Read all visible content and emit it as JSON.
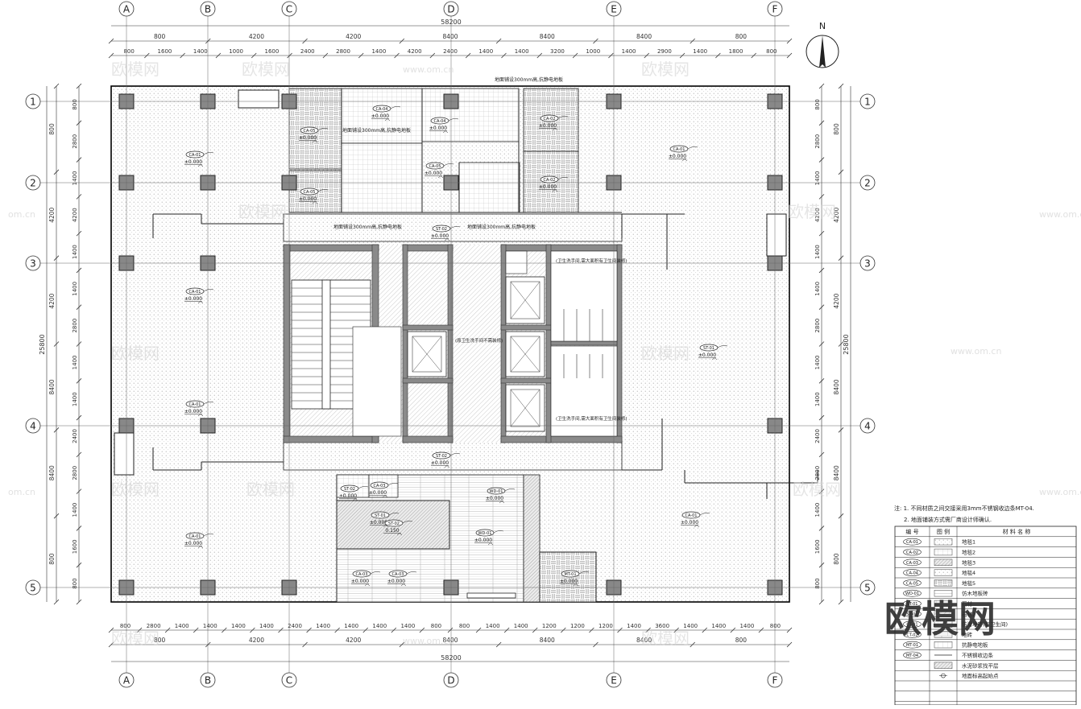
{
  "grid_letters": [
    "A",
    "B",
    "C",
    "D",
    "E",
    "F"
  ],
  "grid_numbers": [
    "1",
    "2",
    "3",
    "4",
    "5"
  ],
  "dims": {
    "total_top": "58200",
    "total_bottom": "58200",
    "total_left": "25800",
    "total_right": "25800",
    "major_top": [
      "800",
      "4200",
      "4200",
      "8400",
      "8400",
      "8400",
      "800"
    ],
    "minor_top": [
      "800",
      "1600",
      "1400",
      "1000",
      "1600",
      "2400",
      "2800",
      "1400",
      "4200",
      "2400",
      "1400",
      "1400",
      "3200",
      "1000",
      "1400",
      "2900",
      "1400",
      "1800",
      "800"
    ],
    "major_bottom": [
      "800",
      "4200",
      "4200",
      "8400",
      "8400",
      "8400",
      "800"
    ],
    "minor_bottom": [
      "800",
      "2800",
      "1400",
      "1400",
      "1400",
      "1400",
      "2400",
      "1400",
      "1400",
      "1400",
      "1400",
      "800",
      "800",
      "1400",
      "1400",
      "1200",
      "1200",
      "1200",
      "1400",
      "3600",
      "1400",
      "1400",
      "1400",
      "800"
    ],
    "major_side": [
      "800",
      "4200",
      "4200",
      "8400",
      "8400",
      "800"
    ],
    "minor_side": [
      "800",
      "2800",
      "1400",
      "4200",
      "1400",
      "1400",
      "2800",
      "1400",
      "1400",
      "2400",
      "2800",
      "1400",
      "1600",
      "800"
    ]
  },
  "north_label": "N",
  "notes": [
    "注: 1. 不同材质之间交接采用3mm不锈钢收边条MT-04.",
    "2. 地面铺装方式需厂商设计师确认."
  ],
  "legend": {
    "headers": [
      "编 号",
      "图 例",
      "材 料 名 称"
    ],
    "rows": [
      {
        "code": "CA-01",
        "name": "地毯1"
      },
      {
        "code": "CA-02",
        "name": "地毯2"
      },
      {
        "code": "CA-03",
        "name": "地毯3"
      },
      {
        "code": "CA-04",
        "name": "地毯4"
      },
      {
        "code": "CA-05",
        "name": "地毯5"
      },
      {
        "code": "WD-01",
        "name": "仿木地板砖"
      },
      {
        "code": "ST-01",
        "name": "石材"
      },
      {
        "code": "ST-02",
        "name": "石材2"
      },
      {
        "code": "CT-01",
        "name": "防滑地砖(有卫生间)"
      },
      {
        "code": "CT-02",
        "name": "地砖"
      },
      {
        "code": "MT-01",
        "name": "抗静电地板"
      },
      {
        "code": "MT-04",
        "name": "不锈钢收边条"
      },
      {
        "code": "",
        "name": "水泥砂浆找平层"
      },
      {
        "code": "",
        "name": "地面标高起始点"
      }
    ]
  },
  "room_tags": [
    {
      "code": "CA-01",
      "elev": "±0.000"
    },
    {
      "code": "CA-01",
      "elev": "±0.000"
    },
    {
      "code": "CA-01",
      "elev": "±0.000"
    },
    {
      "code": "CA-01",
      "elev": "±0.000"
    },
    {
      "code": "CA-01",
      "elev": "±0.000"
    },
    {
      "code": "CA-01",
      "elev": "±0.000"
    },
    {
      "code": "CA-04",
      "elev": "±0.000"
    },
    {
      "code": "CA-04",
      "elev": "±0.000"
    },
    {
      "code": "CA-05",
      "elev": "±0.000"
    },
    {
      "code": "CA-05",
      "elev": "±0.000"
    },
    {
      "code": "CA-05",
      "elev": "±0.000"
    },
    {
      "code": "CA-02",
      "elev": "±0.000"
    },
    {
      "code": "CA-02",
      "elev": "±0.000"
    },
    {
      "code": "ST-01",
      "elev": "±0.000"
    },
    {
      "code": "ST-01",
      "elev": "±0.000"
    },
    {
      "code": "WD-01",
      "elev": "±0.000"
    },
    {
      "code": "WD-01",
      "elev": "±0.000"
    },
    {
      "code": "ST-02",
      "elev": "0.150"
    },
    {
      "code": "ST-02",
      "elev": "±0.000"
    },
    {
      "code": "ST-02",
      "elev": "±0.000"
    },
    {
      "code": "ST-02",
      "elev": "±0.000"
    },
    {
      "code": "CA-03",
      "elev": "±0.000"
    },
    {
      "code": "CA-03",
      "elev": "±0.000"
    },
    {
      "code": "CA-03",
      "elev": "±0.000"
    },
    {
      "code": "MT-01",
      "elev": "±0.000"
    }
  ],
  "annotations": [
    "地面铺设300mm高,抗静电地板",
    "地面铺设300mm高,抗静电地板",
    "地面铺设300mm高,抗静电地板",
    "地面铺设300mm高,抗静电地板",
    "(原卫生洗手间不需装修)",
    "(卫生洗手间,需大面积有卫生间装修)",
    "(卫生洗手间,需大面积有卫生间装修)"
  ],
  "watermarks": {
    "cn": "欧模网",
    "url": "www.om.cn",
    "url_short": "om.cn"
  },
  "logo": "欧模网"
}
